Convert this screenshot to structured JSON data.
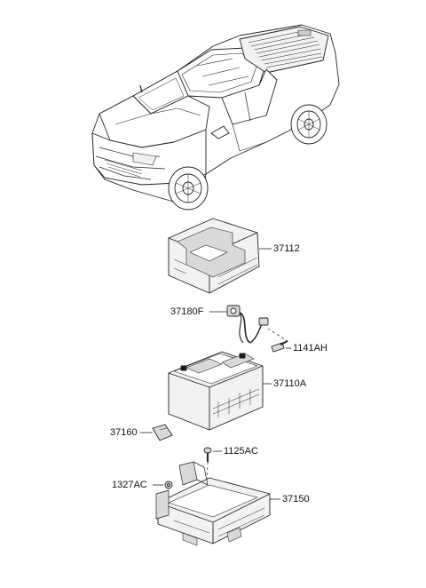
{
  "parts": [
    {
      "id": "battery-tray-cover",
      "number": "37112"
    },
    {
      "id": "battery-sensor",
      "number": "37180F"
    },
    {
      "id": "bolt-upper",
      "number": "1141AH"
    },
    {
      "id": "battery",
      "number": "37110A"
    },
    {
      "id": "battery-clamp",
      "number": "37160"
    },
    {
      "id": "bolt-tray",
      "number": "1125AC"
    },
    {
      "id": "nut-tray",
      "number": "1327AC"
    },
    {
      "id": "battery-tray",
      "number": "37150"
    }
  ],
  "colors": {
    "line": "#222222",
    "fill_light": "#f2f2f2",
    "fill_mid": "#d9d9d9",
    "fill_dark": "#1a1a1a"
  }
}
